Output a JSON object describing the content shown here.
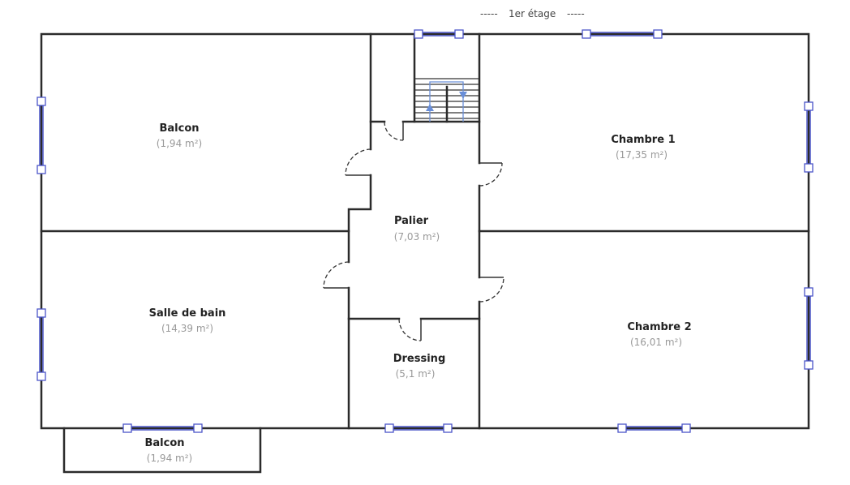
{
  "title": "1er étage",
  "rooms": [
    {
      "name": "Balcon",
      "area": "(1,94 m²)"
    },
    {
      "name": "Chambre 1",
      "area": "(17,35 m²)"
    },
    {
      "name": "Palier",
      "area": "(7,03 m²)"
    },
    {
      "name": "Salle de bain",
      "area": "(14,39 m²)"
    },
    {
      "name": "Chambre 2",
      "area": "(16,01 m²)"
    },
    {
      "name": "Dressing",
      "area": "(5,1 m²)"
    },
    {
      "name": "Balcon",
      "area": "(1,94 m²)"
    }
  ],
  "colors": {
    "wall": "#2b2b2b",
    "window": "#4a55c8",
    "stair_arrow": "#6a8fd8"
  }
}
